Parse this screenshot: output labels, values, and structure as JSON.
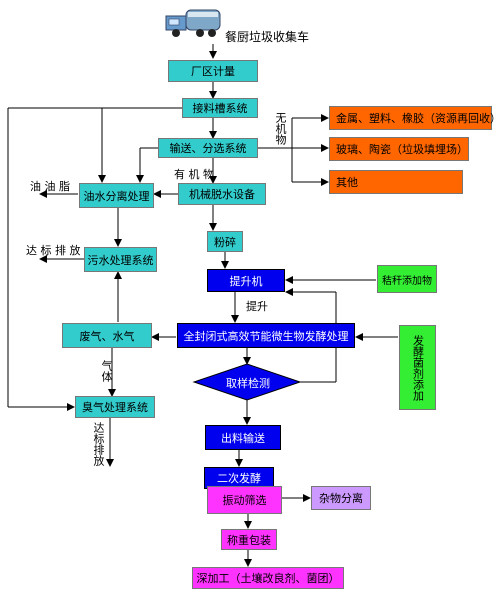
{
  "truck_label": "餐厨垃圾收集车",
  "nodes": {
    "weigh": "厂区计量",
    "hopper": "接料槽系统",
    "sort": "输送、分选系统",
    "oil": "油水分离处理",
    "dewater": "机械脱水设备",
    "crush": "粉碎",
    "sewage": "污水处理系统",
    "lift": "提升机",
    "straw": "秸秆添加物",
    "waste_gas": "废气、水气",
    "ferment": "全封闭式高效节能微生物发酵处理",
    "sampling": "取样检测",
    "inoculant": "发酵菌剂添加",
    "odor": "臭气处理系统",
    "outfeed": "出料输送",
    "second": "二次发酵",
    "screen": "振动筛选",
    "debris": "杂物分离",
    "pack": "称重包装",
    "deep": "深加工（土壤改良剂、菌团）"
  },
  "outputs": {
    "metals": "金属、塑料、橡胶（资源再回收）",
    "glass": "玻璃、陶瓷（垃圾填埋场）",
    "other": "其他"
  },
  "labels": {
    "inorganic": "无机物",
    "organic": "有 机 物",
    "grease": "油 油 脂",
    "discharge": "达 标 排 放",
    "lift_up": "提升",
    "gas": "气体",
    "discharge_v": "达标排放"
  },
  "colors": {
    "cyan": "#33cccc",
    "blue": "#0000ee",
    "orange": "#ff6600",
    "green": "#33ee33",
    "magenta": "#ff33ff",
    "lilac": "#cc99ff"
  }
}
